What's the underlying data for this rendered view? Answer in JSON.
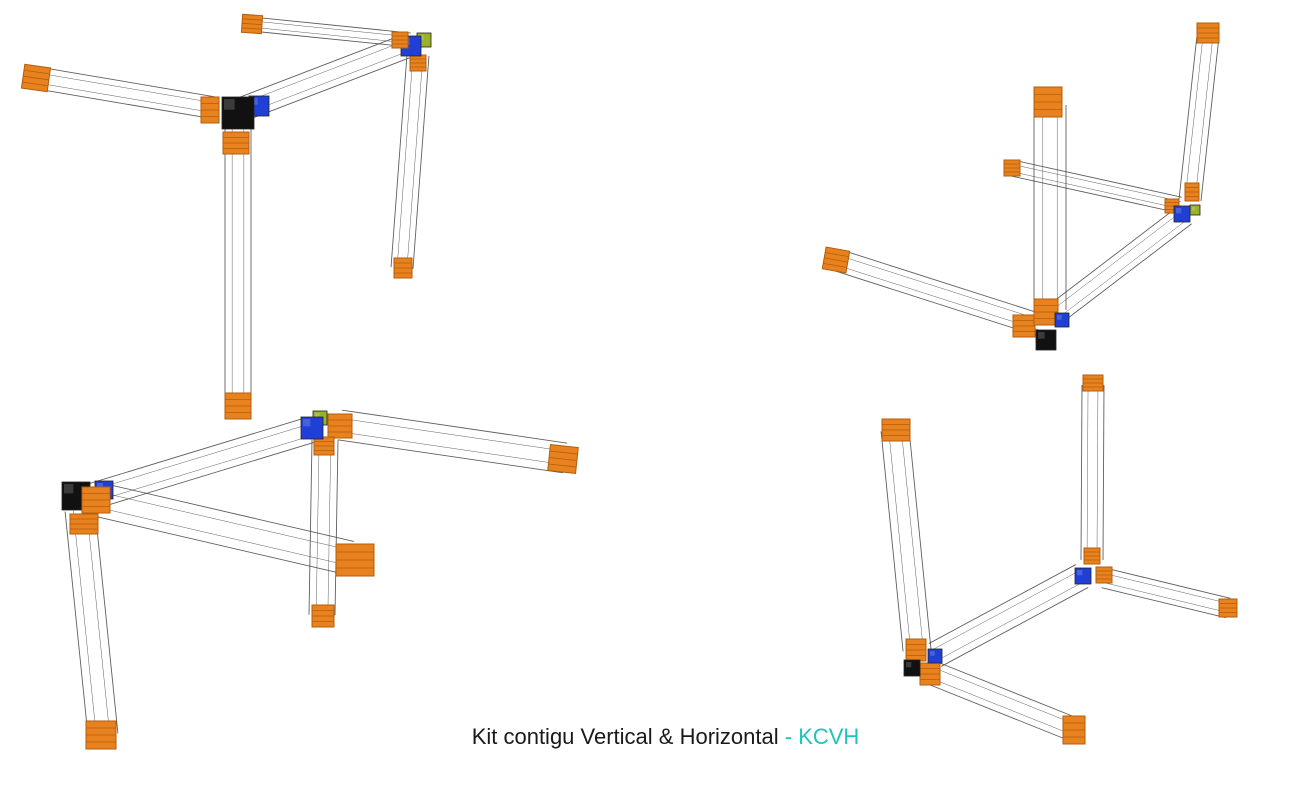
{
  "caption": {
    "main": "Kit contigu Vertical & Horizontal",
    "separator": " - ",
    "code": "KCVH"
  },
  "colors": {
    "tube_outline": "#444444",
    "cap_orange": "#e8821e",
    "cap_orange_dark": "#b35e0c",
    "connector_blue": "#1f3fd6",
    "connector_black": "#111111",
    "connector_green": "#9ab22a",
    "accent": "#1fc3bd"
  },
  "assemblies": [
    {
      "name": "kit-view-top-left"
    },
    {
      "name": "kit-view-top-right"
    },
    {
      "name": "kit-view-bottom-left"
    },
    {
      "name": "kit-view-bottom-right"
    }
  ]
}
